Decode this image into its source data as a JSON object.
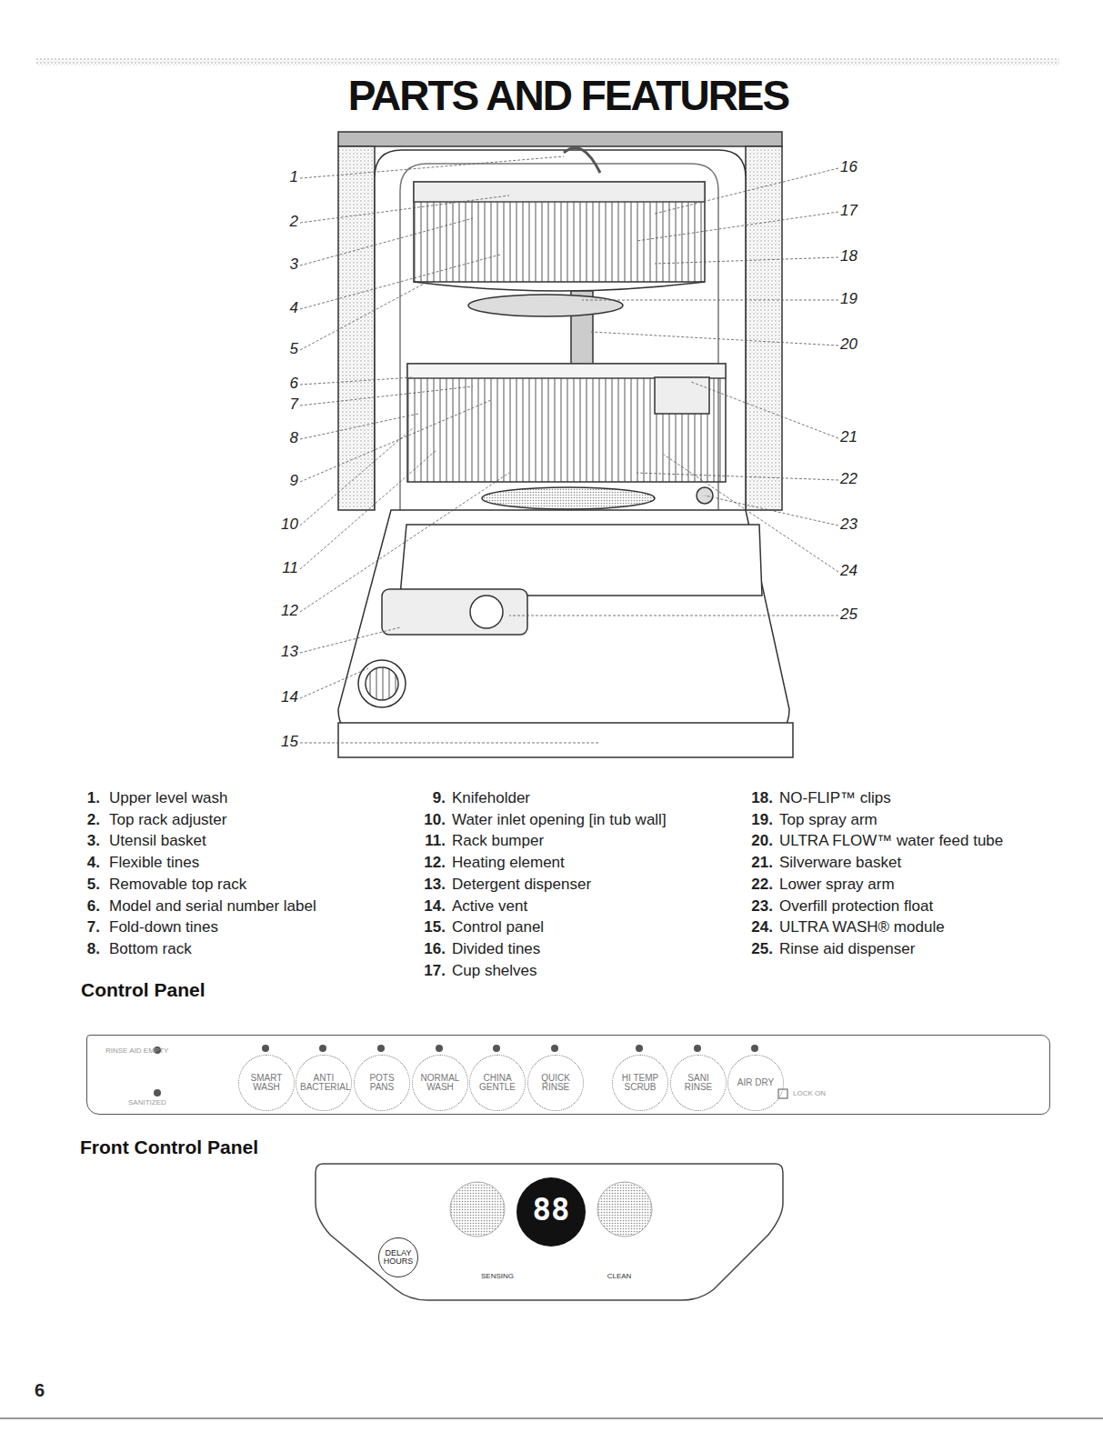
{
  "diagram": {
    "title": "PARTS AND FEATURES",
    "nodes": [
      {
        "text": [
          "Control Panel",
          "RINSE AID EMPTY",
          "SANITIZED",
          "LOCK ON"
        ]
      },
      {
        "text": [
          "SMART WASH"
        ],
        "in": 0
      },
      {
        "text": [
          "ANTI BACTERIAL"
        ],
        "in": 0
      },
      {
        "text": [
          "POTS PANS"
        ],
        "in": 0
      },
      {
        "text": [
          "NORMAL WASH"
        ],
        "in": 0
      },
      {
        "text": [
          "CHINA GENTLE"
        ],
        "in": 0
      },
      {
        "text": [
          "QUICK RINSE"
        ],
        "in": 0
      },
      {
        "text": [
          "HI TEMP SCRUB"
        ],
        "in": 0
      },
      {
        "text": [
          "SANI RINSE"
        ],
        "in": 0
      },
      {
        "text": [
          "AIR DRY"
        ],
        "in": 0
      },
      {
        "text": [
          "Front Control Panel",
          "88",
          "SENSING",
          "CLEAN"
        ]
      },
      {
        "text": [
          "DELAY HOURS"
        ],
        "in": 10
      }
    ],
    "labels": [
      "1",
      "2",
      "3",
      "4",
      "5",
      "6",
      "7",
      "8",
      "9",
      "10",
      "11",
      "12",
      "13",
      "14",
      "15",
      "16",
      "17",
      "18",
      "19",
      "20",
      "21",
      "22",
      "23",
      "24",
      "25",
      "1.",
      "Upper level wash",
      "2.",
      "Top rack adjuster",
      "3.",
      "Utensil basket",
      "4.",
      "Flexible tines",
      "5.",
      "Removable top rack",
      "6.",
      "Model and serial number label",
      "7.",
      "Fold-down tines",
      "8.",
      "Bottom rack",
      "9.",
      "Knifeholder",
      "10.",
      "Water inlet opening [in tub wall]",
      "11.",
      "Rack bumper",
      "12.",
      "Heating element",
      "13.",
      "Detergent dispenser",
      "14.",
      "Active vent",
      "15.",
      "Control panel",
      "16.",
      "Divided tines",
      "17.",
      "Cup shelves",
      "18.",
      "NO-FLIP™ clips",
      "19.",
      "Top spray arm",
      "20.",
      "ULTRA FLOW™ water feed tube",
      "21.",
      "Silverware basket",
      "22.",
      "Lower spray arm",
      "23.",
      "Overfill protection float",
      "24.",
      "ULTRA WASH® module",
      "25.",
      "Rinse aid dispenser",
      "6"
    ]
  }
}
